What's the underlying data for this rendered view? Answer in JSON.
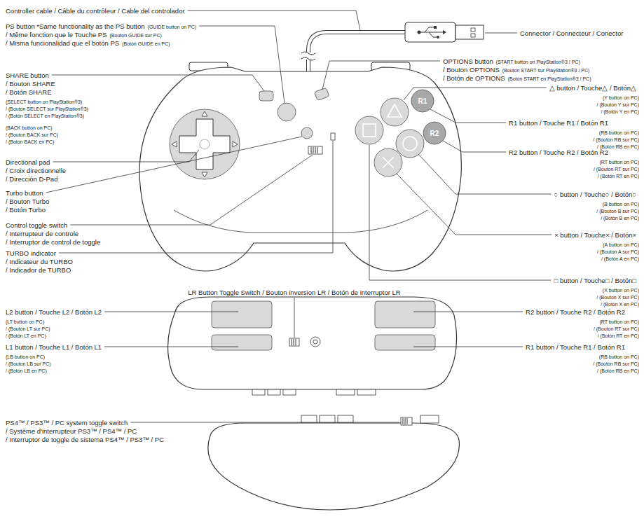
{
  "diagram": {
    "labels": [
      "Controller cable / Câble du contrôleur / Cable del controlador",
      "PS button *Same functionality as the PS button",
      "(GUIDE button on PC)",
      "/ Même fonction que le Touche PS",
      "(Bouton GUIDE sur PC)",
      "/ Misma funcionalidad que el botón PS",
      "(Botón GUIDE en PC)",
      "SHARE button",
      "/ Bouton SHARE",
      "/ Botón SHARE",
      "(SELECT button on PlayStation®3)",
      "/ (Bouton SELECT sur PlayStation®3)",
      "/ (Botón SELECT en PlayStation®3)",
      "(BACK button on PC)",
      "/ (Bouton BACK sur PC)",
      "/ (Botón BACK en PC)",
      "Directional pad",
      "/ Croix directionnelle",
      "/ Dirección D-Pad",
      "Turbo button",
      "/ Bouton Turbo",
      "/ Botón Turbo",
      "Control toggle switch",
      "/ Interrupteur de controle",
      "/ Interruptor de control de toggle",
      "TURBO indicator",
      "/ Indicateur du TURBO",
      "/ Indicador de TURBO",
      "LR Button Toggle Switch / Bouton inversion LR / Botón de interruptor LR",
      "L2 button / Touche L2 / Botón L2",
      "(LT button on PC)",
      "/ (Bouton LT sur PC)",
      "/ (Botón LT en PC)",
      "L1 button / Touche L1 / Botón L1",
      "(LB button on PC)",
      "/ (Bouton LB sur PC)",
      "/ (Botón LB en PC)",
      "PS4™ / PS3™ / PC system toggle switch",
      "/ Système d'interrupteur PS3™ / PS4™ / PC",
      "/ Interruptor de toggle de sistema PS4™ / PS3™ / PC",
      "Connector / Connecteur / Conector",
      "OPTIONS button",
      "(START button on PlayStation®3 / PC)",
      "/ Bouton OPTIONS",
      "(Bouton START sur PlayStation®3 / PC)",
      "/ Botón de OPTIONS",
      "(Botón START en PlayStation®3 / PC)",
      "△ button / Touche△ / Botón△",
      "(Y button on PC)",
      "/ (Bouton Y sur PC)",
      "/ (Botón Y en PC)",
      "R1 button / Touche R1 / Botón R1",
      "(RB button on PC)",
      "/ (Bouton RB sur PC)",
      "/ (Botón RB en PC)",
      "R2 button / Touche R2 / Botón R2",
      "(RT button on PC)",
      "/ (Bouton RT sur PC)",
      "/ (Botón RT en PC)",
      "○ button / Touche○ / Botón○",
      "(B button on PC)",
      "/ (Bouton B sur PC)",
      "/ (Botón B en PC)",
      "× button / Touche× / Botón×",
      "(A button on PC)",
      "/ (Bouton A sur PC)",
      "/ (Botón A en PC)",
      "□ button / Touche□ / Botón□",
      "(X button on PC)",
      "/ (Bouton X sur PC)",
      "/ (Botón X en PC)",
      "R2 button / Touche R2 / Botón R2",
      "(RT button on PC)",
      "/ (Bouton RT sur PC)",
      "/ (Botón RT en PC)",
      "R1 button / Touche R1 / Botón R1",
      "(RB button on PC)",
      "/ (Bouton RB sur PC)",
      "/ (Botón RB en PC)",
      "R1",
      "R2"
    ]
  }
}
